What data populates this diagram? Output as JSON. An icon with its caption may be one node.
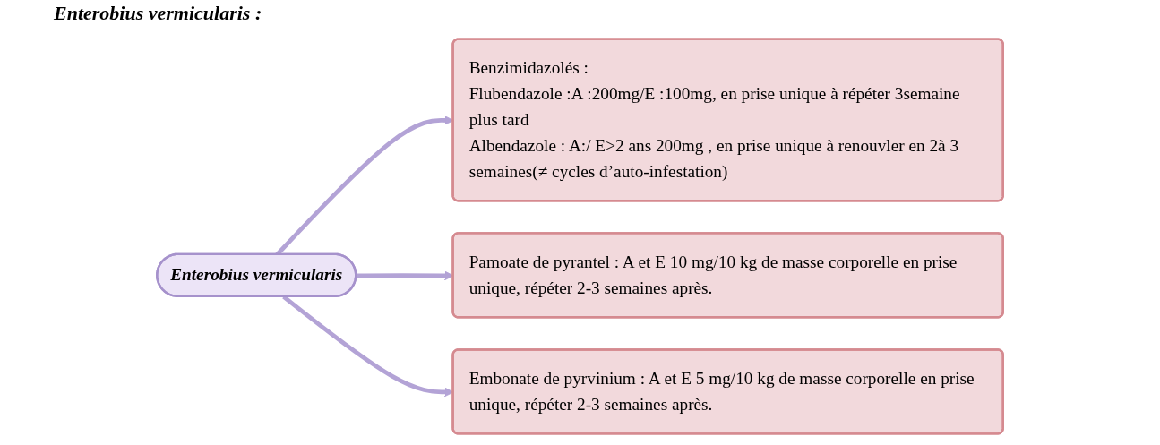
{
  "diagram": {
    "title": "Enterobius vermicularis :",
    "nodes": [
      {
        "text": [
          "Enterobius vermicularis"
        ]
      },
      {
        "text": [
          "Benzimidazolés :",
          "Flubendazole :A :200mg/E :100mg, en prise unique à répéter 3semaine plus tard",
          "Albendazole : A:/ E>2 ans 200mg , en prise unique à renouvler en 2à 3 semaines(≠ cycles d’auto-infestation)"
        ]
      },
      {
        "text": [
          "Pamoate de pyrantel : A et E 10 mg/10 kg de masse corporelle en prise unique, répéter 2-3 semaines après."
        ]
      },
      {
        "text": [
          "Embonate de pyrvinium : A et E 5 mg/10 kg de masse corporelle en prise unique, répéter 2-3 semaines après."
        ]
      }
    ],
    "edges": [
      {
        "from": 0,
        "to": 1,
        "arrow": "to"
      },
      {
        "from": 0,
        "to": 2,
        "arrow": "to"
      },
      {
        "from": 0,
        "to": 3,
        "arrow": "to"
      }
    ]
  }
}
